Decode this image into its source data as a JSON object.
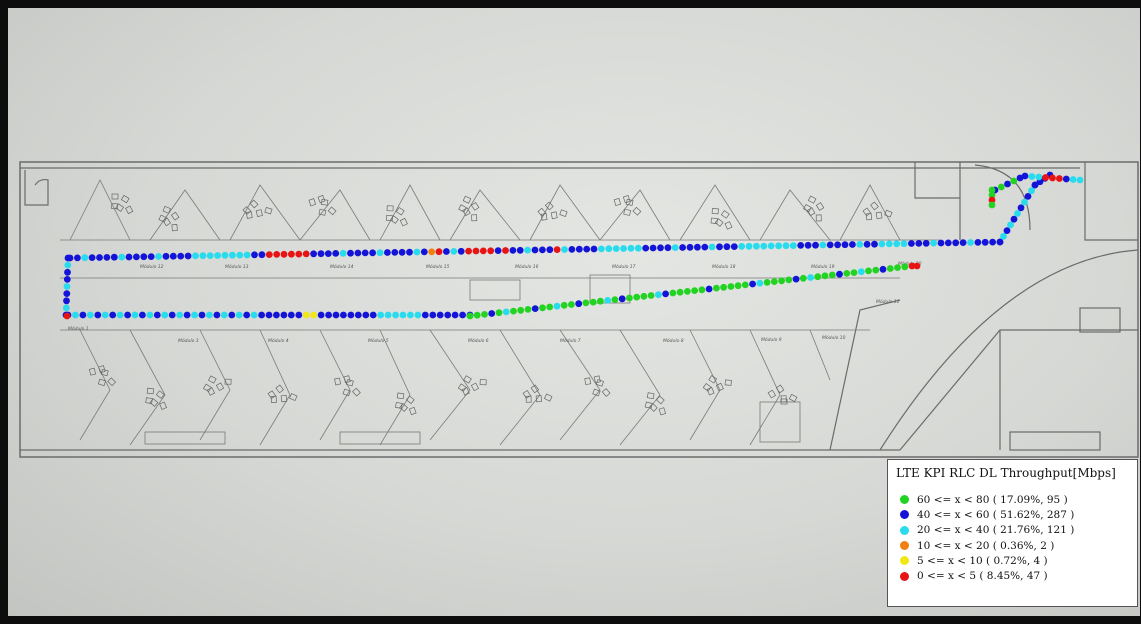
{
  "legend": {
    "title": "LTE KPI RLC DL Throughput[Mbps]",
    "items": [
      {
        "label": "60 <= x < 80 ( 17.09%, 95 )",
        "color": "#22d322"
      },
      {
        "label": "40 <= x < 60 ( 51.62%, 287 )",
        "color": "#1414d8"
      },
      {
        "label": "20 <= x < 40 ( 21.76%, 121 )",
        "color": "#28dcee"
      },
      {
        "label": "10 <= x < 20 ( 0.36%, 2 )",
        "color": "#f08010"
      },
      {
        "label": "5 <= x < 10 ( 0.72%, 4 )",
        "color": "#f2e614"
      },
      {
        "label": "0 <= x < 5 ( 8.45%, 47 )",
        "color": "#e81414"
      }
    ]
  },
  "modules_upper": [
    "Módulo 12",
    "Módulo 13",
    "Módulo 14",
    "Módulo 15",
    "Módulo 16",
    "Módulo 17",
    "Módulo 18",
    "Módulo 19",
    "Módulo 20"
  ],
  "modules_lower": [
    "Módulo 1",
    "Módulo 3",
    "Módulo 4",
    "Módulo 5",
    "Módulo 6",
    "Módulo 7",
    "Módulo 8",
    "Módulo 9",
    "Módulo 10",
    "Módulo 11"
  ]
}
